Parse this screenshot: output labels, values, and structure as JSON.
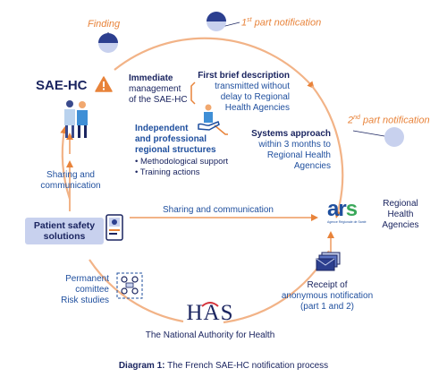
{
  "colors": {
    "orange": "#e8833a",
    "navy": "#1b2560",
    "blue": "#1f4f9e",
    "light_purple": "#c8d1ee",
    "warning_orange": "#e8833a",
    "ars_green": "#3aa85a",
    "has_red": "#d4333b"
  },
  "labels": {
    "finding": "Finding",
    "part1_num": "1",
    "part1_sup": "st",
    "part1_text": " part notification",
    "part2_num": "2",
    "part2_sup": "nd",
    "part2_text": " part notification",
    "sae_hc": "SAE-HC",
    "immediate_title": "Immediate",
    "immediate_l2": "management",
    "immediate_l3": "of the SAE-HC",
    "first_brief_title": "First brief description",
    "first_brief_l2": "transmitted without",
    "first_brief_l3": "delay to Regional",
    "first_brief_l4": "Health Agencies",
    "independent_l1": "Independent",
    "independent_l2": "and professional",
    "independent_l3": "regional structures",
    "bullet1": "Methodological support",
    "bullet2": "Training actions",
    "systems_title": "Systems approach",
    "systems_l2": "within 3 months to",
    "systems_l3": "Regional Health",
    "systems_l4": "Agencies",
    "sharing_left_l1": "Sharing and",
    "sharing_left_l2": "communication",
    "patient_safety_l1": "Patient safety",
    "patient_safety_l2": "solutions",
    "sharing_mid": "Sharing and communication",
    "ars_logo": "ars",
    "ars_sub": "Agence Régionale de Santé",
    "regional_l1": "Regional",
    "regional_l2": "Health",
    "regional_l3": "Agencies",
    "receipt_l1": "Receipt of",
    "receipt_l2": "anonymous notification",
    "receipt_l3": "(part 1 and 2)",
    "permanent_l1": "Permanent",
    "permanent_l2": "comittee",
    "permanent_l3": "Risk studies",
    "has_logo": "HAS",
    "has_name": "The National Authority for Health",
    "caption_bold": "Diagram 1:",
    "caption_rest": " The French SAE-HC notification process"
  },
  "icons": {
    "warning": "warning-triangle-icon",
    "healthcare_workers": "healthcare-workers-icon",
    "hand_professional": "hand-professional-icon",
    "document": "document-icon",
    "envelopes": "envelopes-icon",
    "committee": "committee-icon",
    "half_circle_1": "half-filled-circle-icon",
    "half_circle_2": "half-filled-circle-icon",
    "empty_circle": "empty-circle-icon"
  }
}
